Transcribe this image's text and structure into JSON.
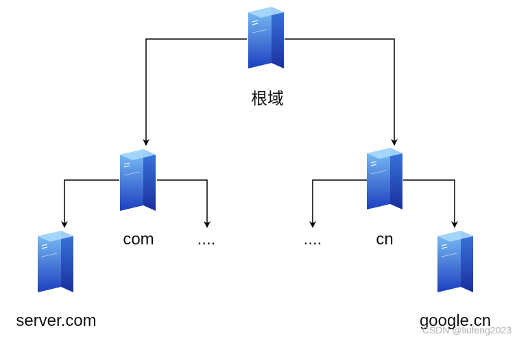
{
  "nodes": {
    "root": {
      "label": "根域",
      "icon": "server-icon"
    },
    "com": {
      "label": "com",
      "icon": "server-icon"
    },
    "cn": {
      "label": "cn",
      "icon": "server-icon"
    },
    "server_com": {
      "label": "server.com",
      "icon": "server-icon"
    },
    "google_cn": {
      "label": "google.cn",
      "icon": "server-icon"
    }
  },
  "ellipsis": {
    "com_more": "....",
    "cn_more": "...."
  },
  "watermark": "CSDN @liufeng2023",
  "colors": {
    "server_front_light": "#7fc3f7",
    "server_front_dark": "#1c3fbf",
    "server_side": "#2b4fc9",
    "server_top": "#a9d9fb",
    "edge": "#000000"
  }
}
